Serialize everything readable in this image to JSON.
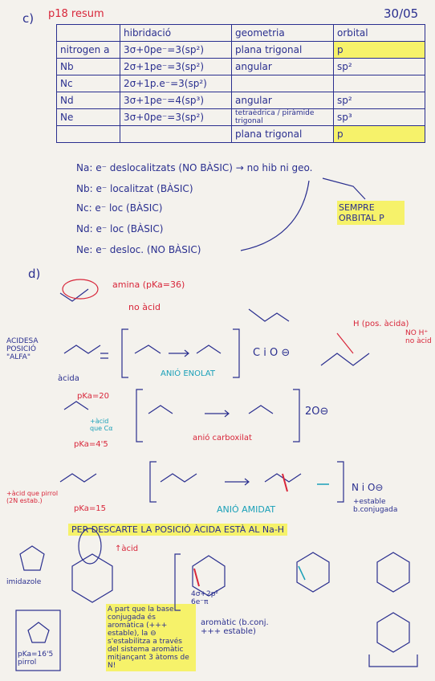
{
  "header": {
    "part": "c)",
    "title": "p18 resum",
    "date": "30/05"
  },
  "table": {
    "headers": [
      "",
      "hibridació",
      "geometria",
      "orbital"
    ],
    "rows": [
      [
        "nitrogen a",
        "3σ+0pe⁻=3(sp²)",
        "plana trigonal",
        "p"
      ],
      [
        "Nb",
        "2σ+1pe⁻=3(sp²)",
        "angular",
        "sp²"
      ],
      [
        "Nc",
        "2σ+1p.e⁻=3(sp²)",
        "",
        ""
      ],
      [
        "Nd",
        "3σ+1pe⁻=4(sp³)",
        "angular",
        "sp²"
      ],
      [
        "Ne",
        "3σ+0pe⁻=3(sp²)",
        "tetraèdrica / piràmide trigonal",
        "sp³"
      ],
      [
        "",
        "",
        "plana trigonal",
        "p"
      ]
    ]
  },
  "notes": [
    "Na: e⁻ deslocalitzats (NO BÀSIC) → no hib ni geo.",
    "Nb: e⁻ localitzat (BÀSIC)",
    "Nc: e⁻ loc (BÀSIC)",
    "Nd: e⁻ loc (BÀSIC)",
    "Ne: e⁻ desloc. (NO BÀSIC)"
  ],
  "callout": "SEMPRE ORBITAL P",
  "part_d": {
    "label": "d)",
    "amine": "amina (pKa=36)",
    "no_acid": "no àcid",
    "acidesa": "ACIDESA POSICIÓ \"ALFA\"",
    "acida": "àcida",
    "pka20": "pKa=20",
    "enolat": "ANIÓ ENOLAT",
    "cio": "C i O ⊖",
    "pos_acida": "H (pos. àcida)",
    "no_h": "NO H⁺ no àcid",
    "pka4": "pKa=4'5",
    "carbox": "anió carboxilat",
    "twoO": "2O⊖",
    "acid_ca": "+àcid que Cα",
    "pka15": "pKa=15",
    "amidat": "ANIÓ AMIDAT",
    "nio": "N i O⊖",
    "estable": "+estable b.conjugada",
    "descarte": "PER DESCARTE LA POSICIÓ ÀCIDA ESTÀ AL Na-H",
    "acid_arrow": "↑àcid",
    "imidazole": "imidazole",
    "pirrol": "pKa=16'5 pirrol",
    "acid_note": "+àcid que pirrol (2N estab.)",
    "sixe": "4σ+2p²  6e⁻π",
    "aromatic": "aromàtic (b.conj. +++ estable)",
    "final_note": "A part que la base conjugada és aromàtica (+++ estable), la ⊖ s'estabilitza a través del sistema aromàtic mitjançant 3 àtoms de N!"
  }
}
